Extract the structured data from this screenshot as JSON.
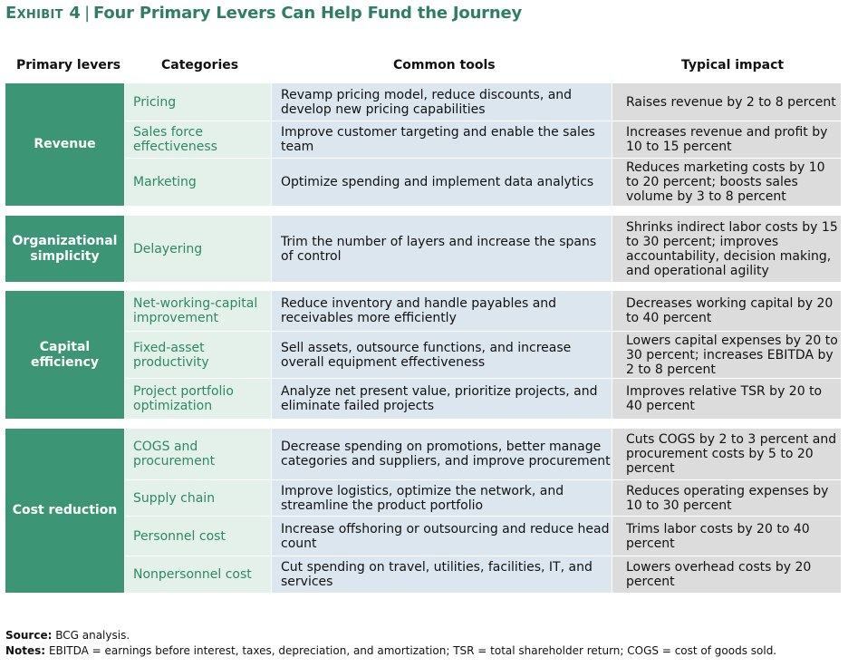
{
  "title": {
    "exhibit": "Exhibit 4",
    "separator": "|",
    "text": "Four Primary Levers Can Help Fund the Journey"
  },
  "headers": {
    "levers": "Primary levers",
    "categories": "Categories",
    "tools": "Common tools",
    "impact": "Typical impact"
  },
  "groups": [
    {
      "lever": "Revenue",
      "rows": [
        {
          "category": "Pricing",
          "tools": "Revamp pricing model, reduce discounts, and develop new pricing capabilities",
          "impact": "Raises revenue by 2 to 8 percent"
        },
        {
          "category": "Sales force effectiveness",
          "tools": "Improve customer targeting and enable the sales team",
          "impact": "Increases revenue and profit by 10 to 15 percent"
        },
        {
          "category": "Marketing",
          "tools": "Optimize spending and implement data analytics",
          "impact": "Reduces marketing costs by 10 to 20 percent; boosts sales volume by 3 to 8 percent"
        }
      ]
    },
    {
      "lever": "Organizational simplicity",
      "rows": [
        {
          "category": "Delayering",
          "tools": "Trim the number of layers and increase the spans of control",
          "impact": "Shrinks indirect labor costs by 15 to 30 percent; improves accountability, decision making, and operational agility"
        }
      ]
    },
    {
      "lever": "Capital efficiency",
      "rows": [
        {
          "category": "Net-working-capital improvement",
          "tools": "Reduce inventory and handle payables and receivables more efficiently",
          "impact": "Decreases working capital by 20 to 40 percent"
        },
        {
          "category": "Fixed-asset productivity",
          "tools": "Sell assets, outsource functions, and increase overall equipment effectiveness",
          "impact": "Lowers capital expenses by 20 to 30 percent; increases EBITDA by 2 to 8 percent"
        },
        {
          "category": "Project portfolio optimization",
          "tools": "Analyze net present value, prioritize projects, and eliminate failed projects",
          "impact": "Improves relative TSR by 20 to 40 percent"
        }
      ]
    },
    {
      "lever": "Cost reduction",
      "rows": [
        {
          "category": "COGS and procurement",
          "tools": "Decrease spending on promotions, better manage categories and suppliers, and improve procurement",
          "impact": "Cuts COGS by 2 to 3 percent and procurement costs by 5 to 20 percent"
        },
        {
          "category": "Supply chain",
          "tools": "Improve logistics, optimize the network, and streamline the product portfolio",
          "impact": "Reduces operating expenses by 10 to 30 percent"
        },
        {
          "category": "Personnel cost",
          "tools": "Increase offshoring or outsourcing and reduce head count",
          "impact": "Trims labor costs by 20 to 40 percent"
        },
        {
          "category": "Nonpersonnel cost",
          "tools": "Cut spending on travel, utilities, facilities, IT, and services",
          "impact": "Lowers overhead costs by 20 percent"
        }
      ]
    }
  ],
  "footer": {
    "source_label": "Source:",
    "source_text": "BCG analysis.",
    "notes_label": "Notes:",
    "notes_text": "EBITDA = earnings before interest, taxes, depreciation, and amortization; TSR = total shareholder return; COGS = cost of goods sold."
  }
}
